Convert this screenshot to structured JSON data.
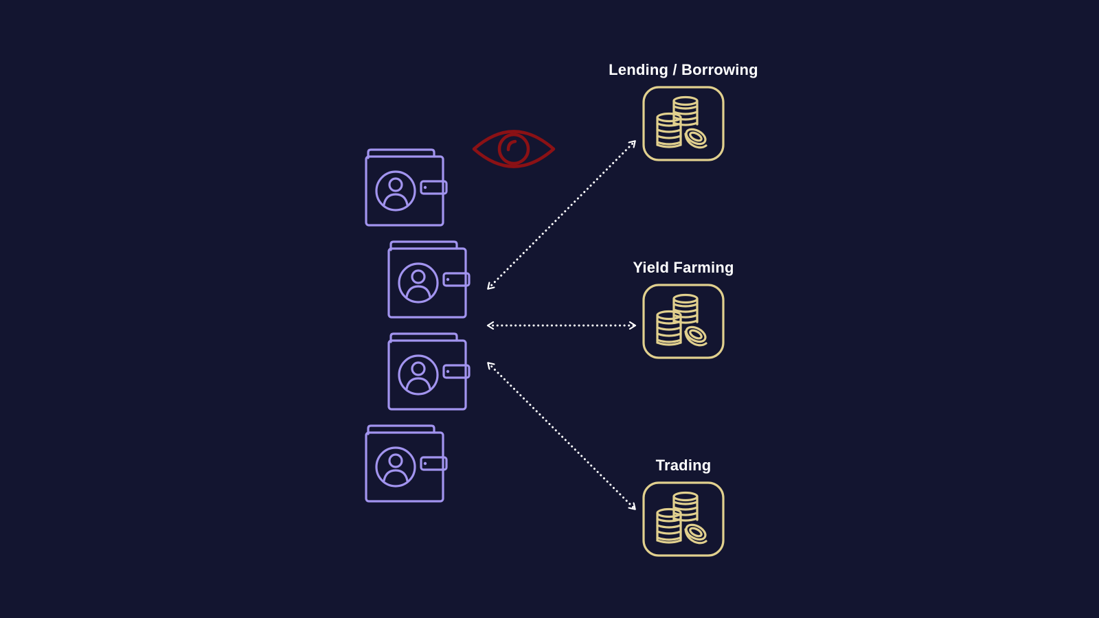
{
  "colors": {
    "background": "#131530",
    "wallet": "#a294ef",
    "protocol": "#e1d08e",
    "observer": "#8b1115",
    "link": "#ffffff"
  },
  "observer": {
    "icon": "eye-icon"
  },
  "wallets": [
    {
      "icon": "wallet-user-icon"
    },
    {
      "icon": "wallet-user-icon"
    },
    {
      "icon": "wallet-user-icon"
    },
    {
      "icon": "wallet-user-icon"
    }
  ],
  "protocols": [
    {
      "label": "Lending / Borrowing",
      "icon": "coin-stack-icon"
    },
    {
      "label": "Yield Farming",
      "icon": "coin-stack-icon"
    },
    {
      "label": "Trading",
      "icon": "coin-stack-icon"
    }
  ]
}
